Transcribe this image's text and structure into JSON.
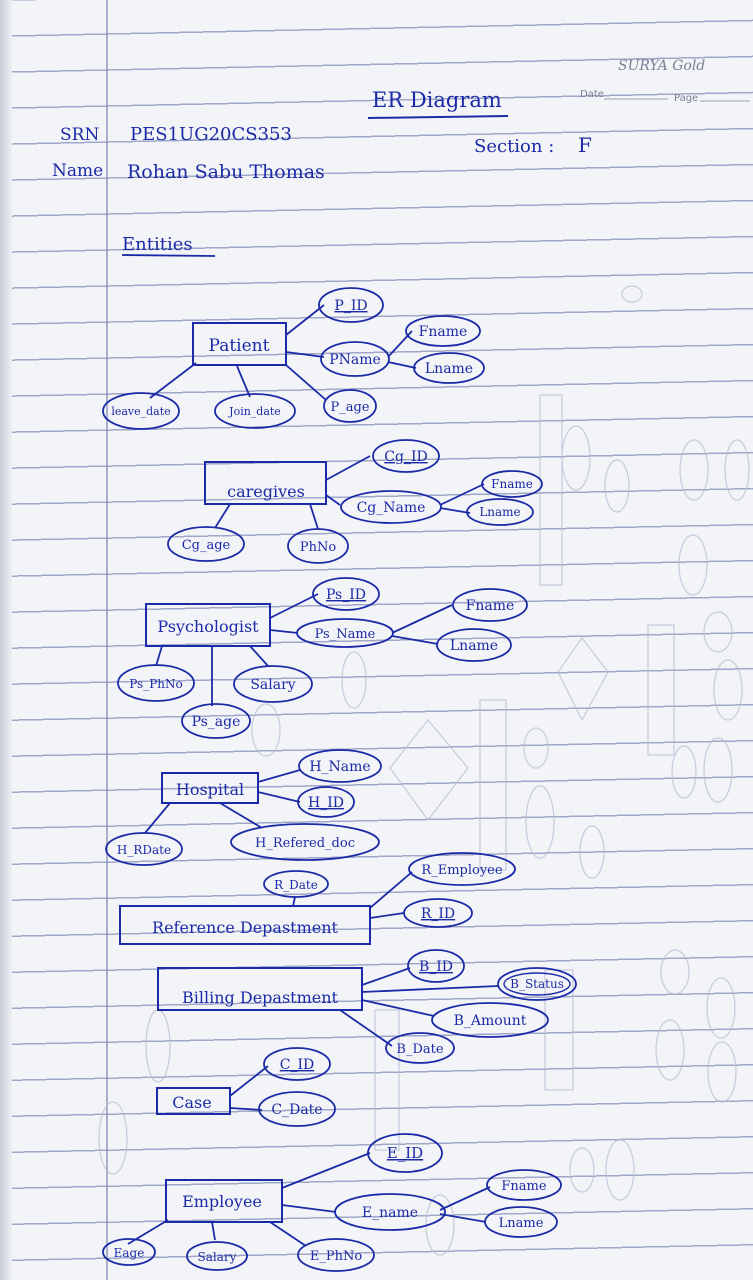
{
  "header": {
    "brand": "SURYA Gold",
    "date_label": "Date",
    "page_label": "Page",
    "title": "ER Diagram",
    "srn_label": "SRN",
    "srn_value": "PES1UG20CS353",
    "name_label": "Name",
    "name_value": "Rohan Sabu Thomas",
    "section_label": "Section :",
    "section_value": "F",
    "entities_heading": "Entities"
  },
  "colors": {
    "ink": "#1b2aa6",
    "paper": "#f3f4f8",
    "rule": "#9fa8c8"
  },
  "entities": [
    {
      "name": "Patient",
      "attributes": [
        "P_ID",
        "PName",
        "Fname",
        "Lname",
        "P_age",
        "leave_date",
        "Join_date"
      ]
    },
    {
      "name": "caregives",
      "attributes": [
        "Cg_ID",
        "Cg_Name",
        "Fname",
        "Lname",
        "Cg_age",
        "PhNo"
      ]
    },
    {
      "name": "Psychologist",
      "attributes": [
        "Ps_ID",
        "Ps_Name",
        "Fname",
        "Lname",
        "Ps_PhNo",
        "Salary",
        "Ps_age"
      ]
    },
    {
      "name": "Hospital",
      "attributes": [
        "H_Name",
        "H_ID",
        "H_RDate",
        "H_Refered_doc"
      ]
    },
    {
      "name": "Reference Depastment",
      "attributes": [
        "R_Date",
        "R_Employee",
        "R_ID"
      ]
    },
    {
      "name": "Billing Depastment",
      "attributes": [
        "B_ID",
        "B_Status",
        "B_Amount",
        "B_Date"
      ]
    },
    {
      "name": "Case",
      "attributes": [
        "C_ID",
        "C_Date"
      ]
    },
    {
      "name": "Employee",
      "attributes": [
        "E_ID",
        "E_name",
        "Fname",
        "Lname",
        "Eage",
        "Salary",
        "E_PhNo"
      ]
    }
  ]
}
